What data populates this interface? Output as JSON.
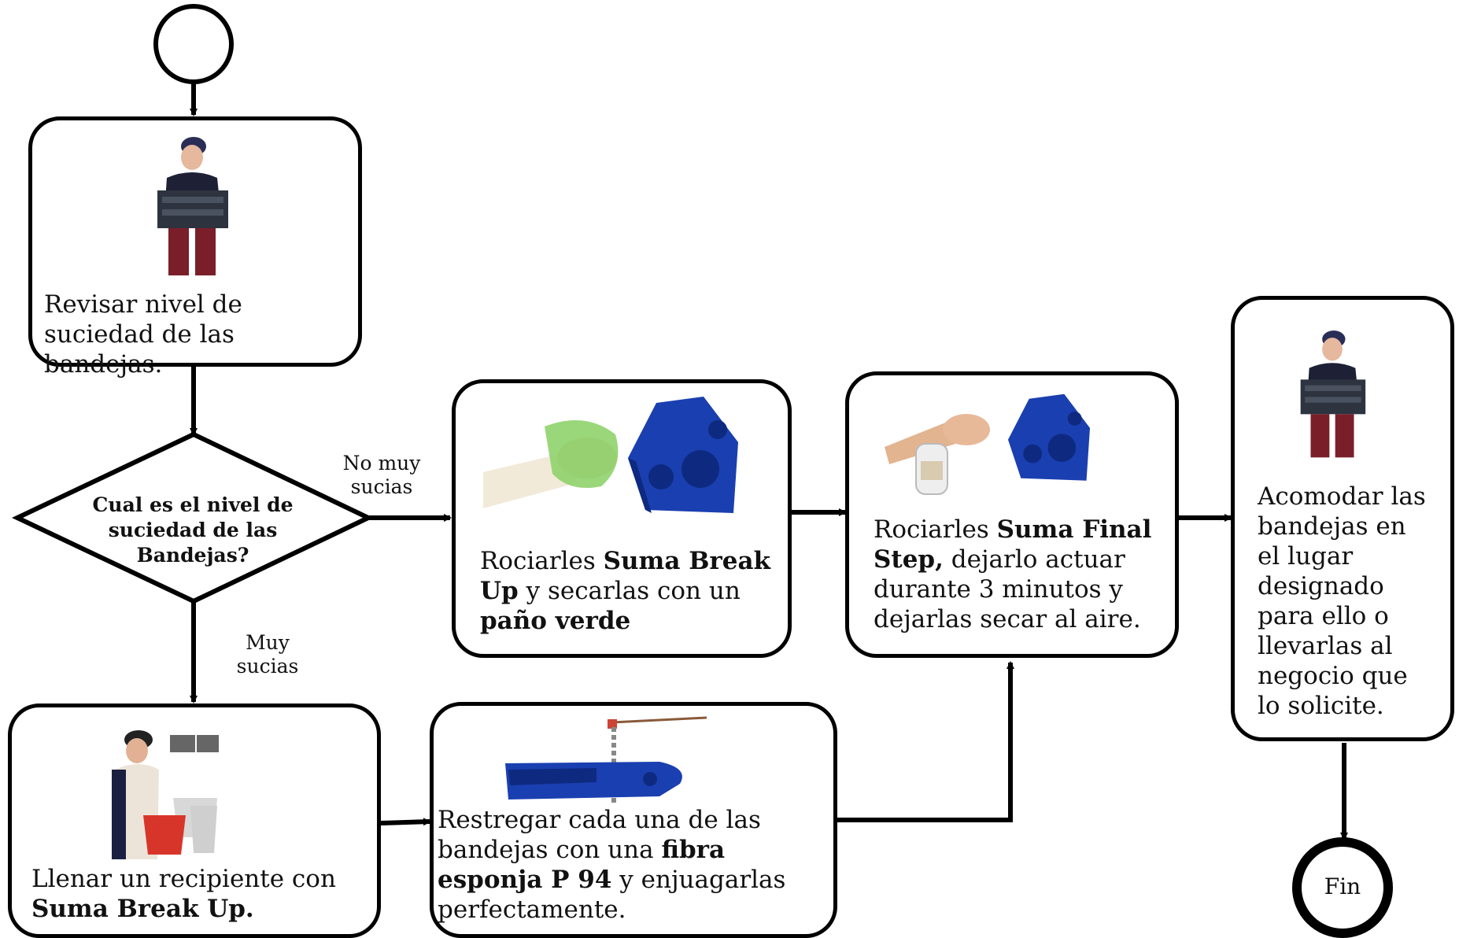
{
  "nodes": {
    "revisar": {
      "text": "Revisar nivel de suciedad de las bandejas."
    },
    "decision": {
      "text": "Cual es el nivel de suciedad  de las Bandejas?"
    },
    "break_up": {
      "t1": "Rociarles ",
      "b1": "Suma Break Up",
      "t2": " y secarlas con un ",
      "b2": "paño verde"
    },
    "final_step": {
      "t1": "Rociarles ",
      "b1": "Suma Final Step,",
      "t2": " dejarlo actuar durante 3 minutos y dejarlas secar al aire."
    },
    "acomodar": {
      "text": "Acomodar las bandejas en el lugar designado para ello o llevarlas al negocio que lo solicite."
    },
    "llenar": {
      "t1": "Llenar un recipiente con ",
      "b1": "Suma Break Up."
    },
    "restregar": {
      "t1": "Restregar cada una de las bandejas con una ",
      "b1": "fibra esponja P 94",
      "t2": " y enjuagarlas perfectamente."
    },
    "fin": {
      "text": "Fin"
    }
  },
  "edge_labels": {
    "no_muy": "No muy sucias",
    "muy": "Muy sucias"
  },
  "colors": {
    "stroke": "#000000",
    "tray_blue": "#1a3fb0",
    "tray_blue_dark": "#0e2a80",
    "cloth_green": "#8fd36b",
    "bucket_red": "#d8352a"
  },
  "icons": [
    "worker-with-tray-icon",
    "hand-with-cloth-icon",
    "blue-tray-icon",
    "hand-spray-bottle-icon",
    "worker-filling-bucket-icon",
    "blue-tray-with-brush-icon"
  ]
}
